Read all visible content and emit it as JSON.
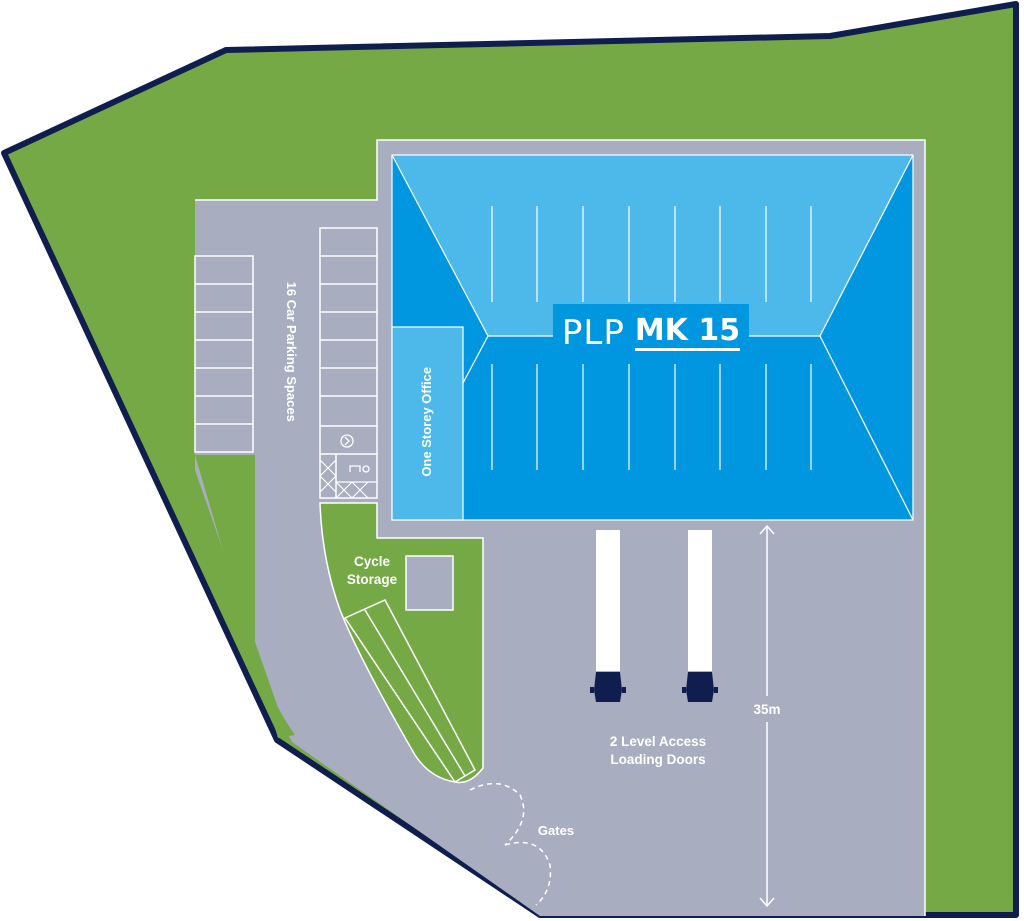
{
  "logo": {
    "brand": "PLP",
    "site": "MK 15"
  },
  "labels": {
    "parking": "16 Car Parking Spaces",
    "office": "One Storey Office",
    "cycle_line1": "Cycle",
    "cycle_line2": "Storage",
    "loading_line1": "2 Level Access",
    "loading_line2": "Loading Doors",
    "dimension": "35m",
    "gates": "Gates"
  },
  "colors": {
    "boundary": "#0f1e4e",
    "grass": "#75a946",
    "yard": "#a8aec0",
    "roof_light": "#4db8ea",
    "roof_dark": "#0096e0",
    "truck": "#0f1e4e",
    "line": "#ffffff"
  },
  "parking_bays": 16,
  "loading_doors": 2
}
